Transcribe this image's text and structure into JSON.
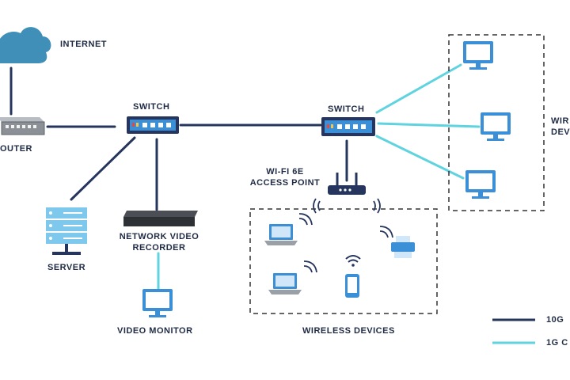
{
  "labels": {
    "internet": "INTERNET",
    "router": "OUTER",
    "switch_left": "SWITCH",
    "switch_right": "SWITCH",
    "server": "SERVER",
    "nvr_line1": "NETWORK VIDEO",
    "nvr_line2": "RECORDER",
    "video_monitor": "VIDEO MONITOR",
    "ap_line1": "WI-FI 6E",
    "ap_line2": "ACCESS POINT",
    "wireless_devices": "WIRELESS DEVICES",
    "wired_devices_line1": "WIR",
    "wired_devices_line2": "DEV"
  },
  "legend": {
    "items": [
      {
        "label": "10G",
        "color": "#26355d"
      },
      {
        "label": "1G C",
        "color": "#5fd3e0"
      }
    ]
  },
  "colors": {
    "link_10g": "#26355d",
    "link_1g": "#5fd3e0",
    "cloud": "#3f8fb8",
    "device_blue": "#3a8fd6",
    "device_dark": "#26355d",
    "text": "#1f2a44"
  },
  "icons": [
    "cloud-icon",
    "router-icon",
    "switch-icon",
    "server-icon",
    "nvr-icon",
    "monitor-icon",
    "access-point-icon",
    "laptop-icon",
    "printer-icon",
    "phone-icon",
    "wifi-icon"
  ]
}
